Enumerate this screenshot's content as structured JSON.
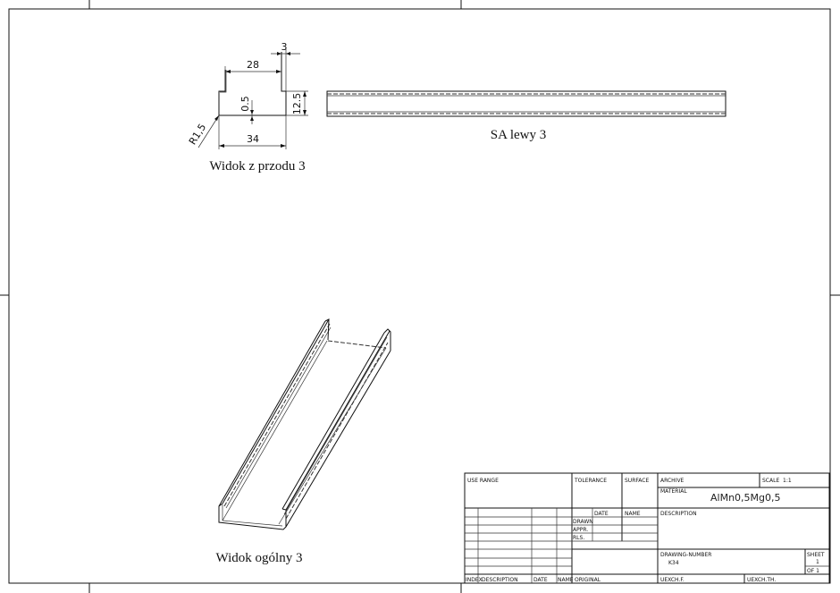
{
  "views": {
    "front": {
      "caption": "Widok z przodu 3",
      "dimensions": {
        "top_width": "28",
        "lip": "3",
        "height": "12.5",
        "thickness": "0.5",
        "radius": "R1,5",
        "width": "34"
      }
    },
    "side": {
      "caption": "SA lewy 3"
    },
    "isometric": {
      "caption": "Widok ogólny 3"
    }
  },
  "title_block": {
    "use_range": "USE RANGE",
    "tolerance": "TOLERANCE",
    "surface": "SURFACE",
    "archive": "ARCHIVE",
    "scale_label": "SCALE",
    "scale_value": "1:1",
    "material_label": "MATERIAL",
    "material_value": "AlMn0,5Mg0,5",
    "date": "DATE",
    "name": "NAME",
    "description": "DESCRIPTION",
    "drawn": "DRAWN",
    "appr": "APPR.",
    "rls": "RLS.",
    "drawing_number_label": "DRAWING-NUMBER",
    "drawing_number": "K34",
    "sheet_label": "SHEET",
    "sheet_value": "1",
    "of_label": "OF 1",
    "index": "INDEX",
    "rev_description": "DESCRIPTION",
    "rev_date": "DATE",
    "rev_name": "NAME",
    "original": "ORIGINAL",
    "uexch_f": "UEXCH.F.",
    "uexch_th": "UEXCH.TH."
  }
}
